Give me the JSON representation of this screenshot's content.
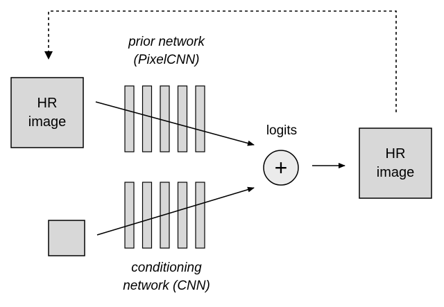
{
  "input_box": {
    "line1": "HR",
    "line2": "image"
  },
  "output_box": {
    "line1": "HR",
    "line2": "image"
  },
  "prior_network": {
    "line1": "prior network",
    "line2": "(PixelCNN)",
    "layer_count": 5
  },
  "conditioning_network": {
    "line1": "conditioning",
    "line2": "network (CNN)",
    "layer_count": 5
  },
  "combiner": {
    "label": "logits",
    "symbol": "+"
  },
  "colors": {
    "box_fill": "#d8d8d8",
    "circle_fill": "#ebebeb",
    "stroke": "#000000"
  }
}
